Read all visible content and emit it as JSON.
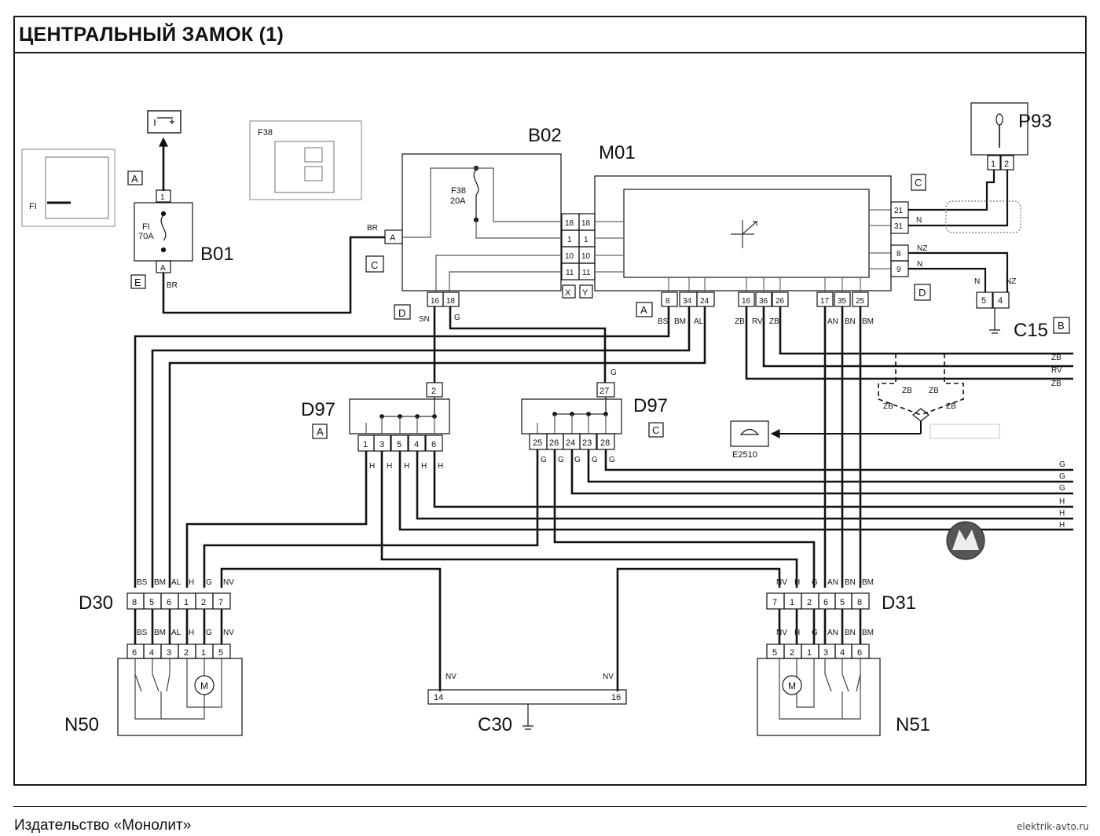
{
  "title": "ЦЕНТРАЛЬНЫЙ ЗАМОК (1)",
  "publisher": "Издательство «Монолит»",
  "watermark": "elektrik-avto.ru",
  "components": {
    "B01": {
      "label": "B01",
      "fuse": "FI",
      "rating": "70A",
      "connector_top": "A",
      "connector_bottom": "A",
      "pin_top": "1",
      "wire": "BR",
      "tag_left": "A",
      "tag_bottom": "E"
    },
    "fuse_box_left": {
      "label": "FI"
    },
    "fuse_box_mid": {
      "label": "F38"
    },
    "B02": {
      "label": "B02",
      "fuse": "F38",
      "rating": "20A",
      "pin_A": "A",
      "wire_in": "BR",
      "tag_C": "C",
      "tag_D": "D",
      "right_pins": [
        "18",
        "1",
        "10",
        "11"
      ],
      "bottom_pins": [
        "16",
        "18"
      ],
      "bottom_wires": [
        "SN",
        "G"
      ],
      "conn_X": "X",
      "conn_Y": "Y"
    },
    "M01": {
      "label": "M01",
      "left_pins": [
        "18",
        "1",
        "10",
        "11"
      ],
      "right_pins": [
        "21",
        "31",
        "8",
        "9"
      ],
      "right_wires": [
        "N",
        "NZ",
        "N"
      ],
      "bottom_pins": [
        "8",
        "34",
        "24",
        "16",
        "36",
        "26",
        "17",
        "35",
        "25"
      ],
      "bottom_wires": [
        "BS",
        "BM",
        "AL",
        "ZB",
        "RV",
        "ZB",
        "AN",
        "BN",
        "BM"
      ],
      "tag_A": "A",
      "tag_C": "C",
      "tag_D": "D"
    },
    "P93": {
      "label": "P93",
      "pins": [
        "1",
        "2"
      ]
    },
    "C15": {
      "label": "C15",
      "pins": [
        "5",
        "4"
      ],
      "wires": [
        "N",
        "NZ"
      ],
      "tag": "B"
    },
    "D97_A": {
      "label": "D97",
      "tag": "A",
      "top_pin": "2",
      "pins": [
        "1",
        "3",
        "5",
        "4",
        "6"
      ],
      "wires": [
        "H",
        "H",
        "H",
        "H",
        "H"
      ]
    },
    "D97_C": {
      "label": "D97",
      "tag": "C",
      "top_pin": "27",
      "top_wire": "G",
      "pins": [
        "25",
        "26",
        "24",
        "23",
        "28"
      ],
      "wires": [
        "G",
        "G",
        "G",
        "G",
        "G"
      ]
    },
    "E2510": {
      "label": "E2510"
    },
    "D30": {
      "label": "D30",
      "top_wires": [
        "BS",
        "BM",
        "AL",
        "H",
        "G",
        "NV"
      ],
      "pins": [
        "8",
        "5",
        "6",
        "1",
        "2",
        "7"
      ],
      "bottom_wires": [
        "BS",
        "BM",
        "AL",
        "H",
        "G",
        "NV"
      ]
    },
    "D31": {
      "label": "D31",
      "top_wires": [
        "NV",
        "H",
        "G",
        "AN",
        "BN",
        "BM"
      ],
      "pins": [
        "7",
        "1",
        "2",
        "6",
        "5",
        "8"
      ],
      "bottom_wires": [
        "NV",
        "H",
        "G",
        "AN",
        "BN",
        "BM"
      ]
    },
    "N50": {
      "label": "N50",
      "pins": [
        "6",
        "4",
        "3",
        "2",
        "1",
        "5"
      ],
      "motor": "M"
    },
    "N51": {
      "label": "N51",
      "pins": [
        "5",
        "2",
        "1",
        "3",
        "4",
        "6"
      ],
      "motor": "M"
    },
    "C30": {
      "label": "C30",
      "pins": [
        "14",
        "16"
      ],
      "wires": [
        "NV",
        "NV"
      ]
    },
    "right_edge": {
      "top_wires": [
        "ZB",
        "RV",
        "ZB"
      ],
      "bottom_wires": [
        "G",
        "G",
        "G",
        "H",
        "H",
        "H"
      ],
      "junction_wires": [
        "ZB",
        "ZB",
        "ZB",
        "ZB"
      ]
    }
  }
}
